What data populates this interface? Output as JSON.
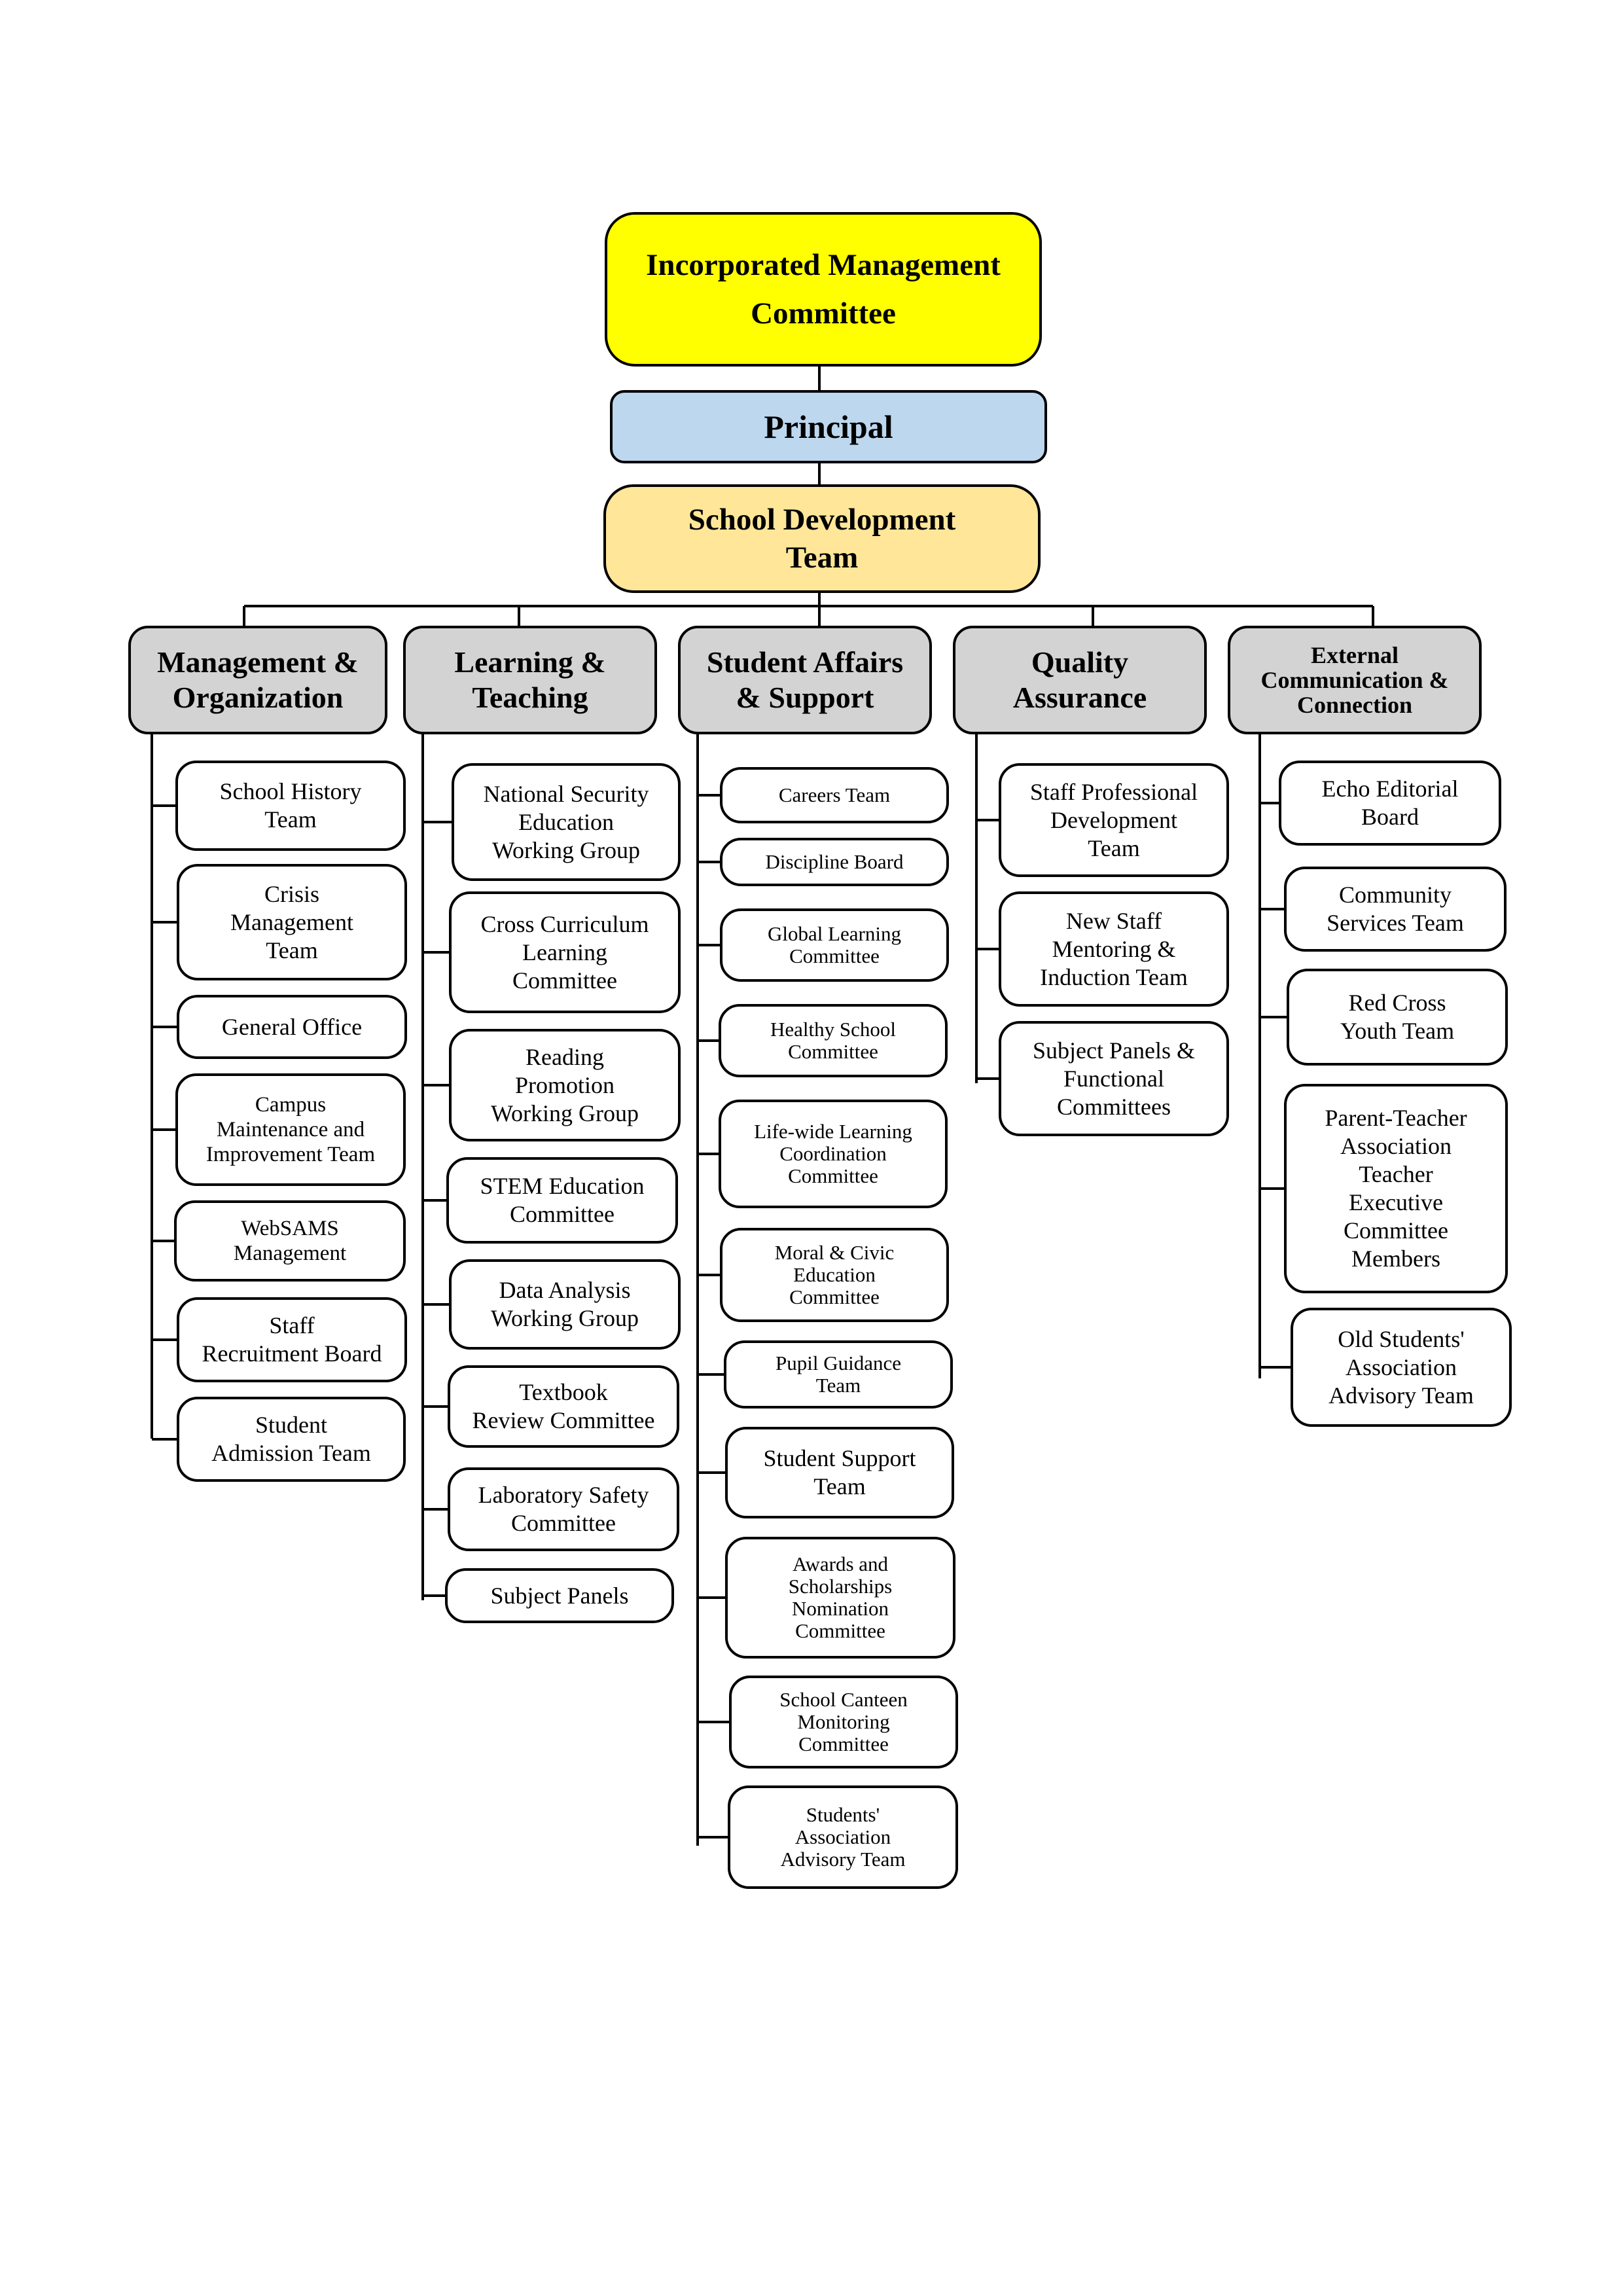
{
  "colors": {
    "imc": "#ffff00",
    "principal": "#bdd7ee",
    "sdt": "#ffe699",
    "department": "#d3d3d3",
    "unit": "#ffffff",
    "line": "#000000"
  },
  "top": {
    "imc": "Incorporated Management\nCommittee",
    "principal": "Principal",
    "sdt": "School Development\nTeam"
  },
  "departments": [
    {
      "name": "Management &\nOrganization",
      "units": [
        "School History\nTeam",
        "Crisis\nManagement\nTeam",
        "General Office",
        "Campus\nMaintenance and\nImprovement Team",
        "WebSAMS\nManagement",
        "Staff\nRecruitment Board",
        "Student\nAdmission Team"
      ]
    },
    {
      "name": "Learning &\nTeaching",
      "units": [
        "National Security\nEducation\nWorking Group",
        "Cross Curriculum\nLearning\nCommittee",
        "Reading\nPromotion\nWorking Group",
        "STEM Education\nCommittee",
        "Data Analysis\nWorking Group",
        "Textbook\nReview Committee",
        "Laboratory Safety\nCommittee",
        "Subject Panels"
      ]
    },
    {
      "name": "Student Affairs\n& Support",
      "units": [
        "Careers Team",
        "Discipline Board",
        "Global Learning\nCommittee",
        "Healthy School\nCommittee",
        "Life-wide Learning\nCoordination\nCommittee",
        "Moral & Civic\nEducation\nCommittee",
        "Pupil Guidance\nTeam",
        "Student Support\nTeam",
        "Awards and\nScholarships\nNomination\nCommittee",
        "School Canteen\nMonitoring\nCommittee",
        "Students'\nAssociation\nAdvisory Team"
      ]
    },
    {
      "name": "Quality\nAssurance",
      "units": [
        "Staff Professional\nDevelopment\nTeam",
        "New Staff\nMentoring &\nInduction Team",
        "Subject Panels &\nFunctional\nCommittees"
      ]
    },
    {
      "name": "External\nCommunication &\nConnection",
      "units": [
        "Echo Editorial\nBoard",
        "Community\nServices Team",
        "Red Cross\nYouth Team",
        "Parent-Teacher\nAssociation\nTeacher\nExecutive\nCommittee\nMembers",
        "Old Students'\nAssociation\nAdvisory Team"
      ]
    }
  ]
}
